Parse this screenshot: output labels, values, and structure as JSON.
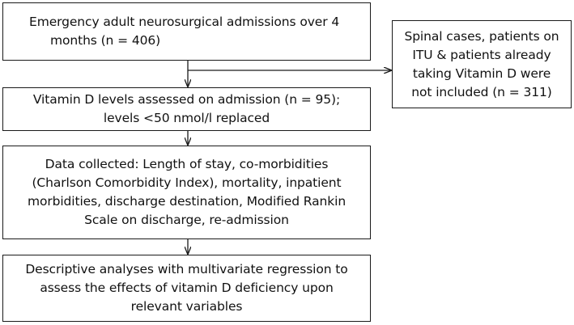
{
  "flowchart": {
    "admissions": {
      "line1": "Emergency adult neurosurgical admissions over 4",
      "line2": "months (n = 406)"
    },
    "vitamin_d_assessed": "Vitamin D levels assessed on admission (n = 95);\nlevels <50  nmol/l replaced",
    "data_collected": "Data collected: Length of stay, co-morbidities\n(Charlson Comorbidity Index), mortality, inpatient\nmorbidities, discharge destination, Modified Rankin\nScale on discharge, re-admission",
    "analyses": "Descriptive analyses with multivariate regression to\nassess the effects of vitamin D deficiency upon\nrelevant variables",
    "excluded": "Spinal cases, patients on\nITU & patients already\ntaking Vitamin D were\nnot included (n = 311)"
  }
}
